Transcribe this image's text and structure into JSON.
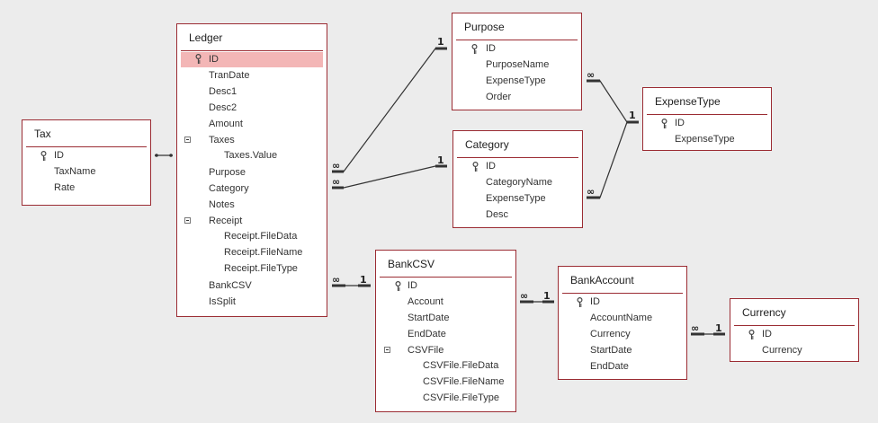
{
  "tables": {
    "tax": {
      "title": "Tax",
      "fields": [
        "ID",
        "TaxName",
        "Rate"
      ]
    },
    "ledger": {
      "title": "Ledger",
      "fields": [
        "ID",
        "TranDate",
        "Desc1",
        "Desc2",
        "Amount",
        "Taxes",
        "Taxes.Value",
        "Purpose",
        "Category",
        "Notes",
        "Receipt",
        "Receipt.FileData",
        "Receipt.FileName",
        "Receipt.FileType",
        "BankCSV",
        "IsSplit"
      ]
    },
    "purpose": {
      "title": "Purpose",
      "fields": [
        "ID",
        "PurposeName",
        "ExpenseType",
        "Order"
      ]
    },
    "category": {
      "title": "Category",
      "fields": [
        "ID",
        "CategoryName",
        "ExpenseType",
        "Desc"
      ]
    },
    "expensetype": {
      "title": "ExpenseType",
      "fields": [
        "ID",
        "ExpenseType"
      ]
    },
    "bankcsv": {
      "title": "BankCSV",
      "fields": [
        "ID",
        "Account",
        "StartDate",
        "EndDate",
        "CSVFile",
        "CSVFile.FileData",
        "CSVFile.FileName",
        "CSVFile.FileType"
      ]
    },
    "bankaccount": {
      "title": "BankAccount",
      "fields": [
        "ID",
        "AccountName",
        "Currency",
        "StartDate",
        "EndDate"
      ]
    },
    "currency": {
      "title": "Currency",
      "fields": [
        "ID",
        "Currency"
      ]
    }
  },
  "relationships": [
    {
      "from": "ledger.Purpose",
      "to": "purpose.ID",
      "many": "∞",
      "one": "1"
    },
    {
      "from": "ledger.Category",
      "to": "category.ID",
      "many": "∞",
      "one": "1"
    },
    {
      "from": "purpose.ExpenseType",
      "to": "expensetype.ID",
      "many": "∞",
      "one": "1"
    },
    {
      "from": "category.ExpenseType",
      "to": "expensetype.ID",
      "many": "∞",
      "one": "1"
    },
    {
      "from": "ledger.BankCSV",
      "to": "bankcsv.ID",
      "many": "∞",
      "one": "1"
    },
    {
      "from": "bankcsv.Account",
      "to": "bankaccount.ID",
      "many": "∞",
      "one": "1"
    },
    {
      "from": "bankaccount.Currency",
      "to": "currency.ID",
      "many": "∞",
      "one": "1"
    },
    {
      "from": "tax",
      "to": "ledger.Taxes",
      "many": "",
      "one": ""
    }
  ],
  "colors": {
    "border": "#9b2c33",
    "highlight": "#f3b6b6",
    "line": "#333333"
  }
}
